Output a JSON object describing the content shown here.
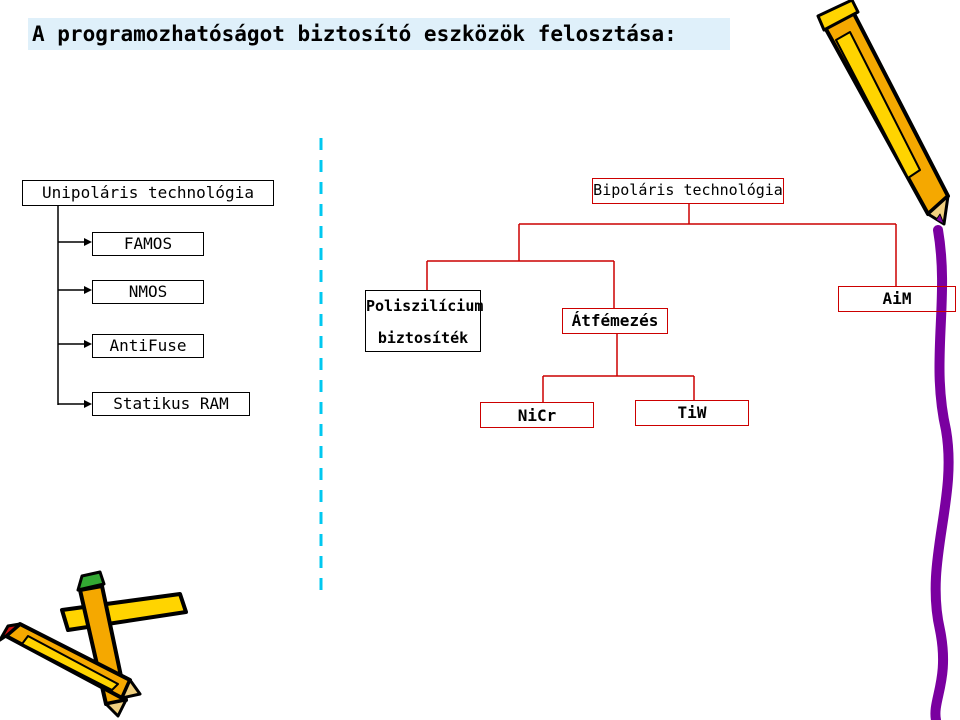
{
  "title": "A programozhatóságot biztosító eszközök felosztása:",
  "unipolar": {
    "header": "Unipoláris technológia",
    "items": [
      "FAMOS",
      "NMOS",
      "AntiFuse",
      "Statikus RAM"
    ]
  },
  "bipolar": {
    "header": "Bipoláris technológia",
    "polysilicon": [
      "Poliszilícium",
      "biztosíték"
    ],
    "metallization": "Átfémezés",
    "aim": "AiM",
    "nicr": "NiCr",
    "tiw": "TiW"
  },
  "colors": {
    "title_bg": "#dff0fa",
    "red_line": "#cc0000",
    "divider": "#00c8f0"
  },
  "icons": [
    "pencil-icon",
    "pencils-icon",
    "pencil-icon"
  ]
}
